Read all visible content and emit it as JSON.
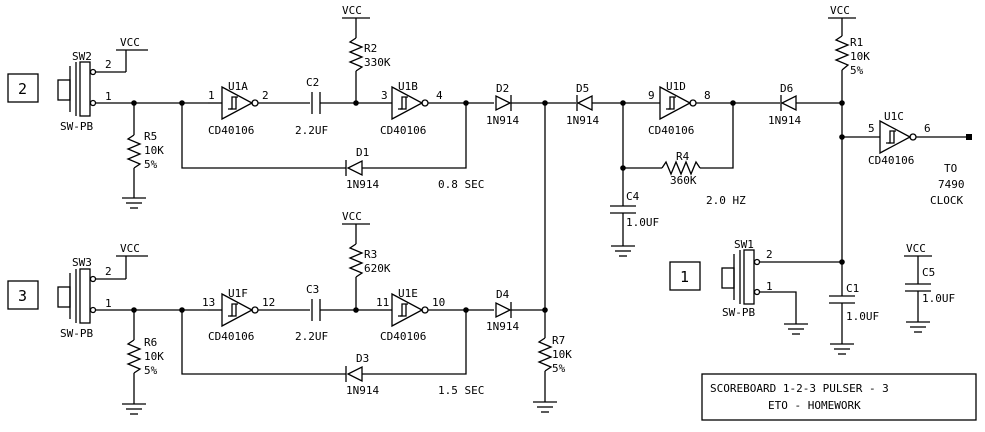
{
  "labels": {
    "vcc": "VCC",
    "sw2": "SW2",
    "sw3": "SW3",
    "sw1": "SW1",
    "swpb": "SW-PB",
    "pin1": "1",
    "pin2": "2",
    "box2": "2",
    "box3": "3",
    "box1": "1",
    "r1": "R1",
    "r1v": "10K",
    "r1t": "5%",
    "r2": "R2",
    "r2v": "330K",
    "r3": "R3",
    "r3v": "620K",
    "r4": "R4",
    "r4v": "360K",
    "r5": "R5",
    "r5v": "10K",
    "r5t": "5%",
    "r6": "R6",
    "r6v": "10K",
    "r6t": "5%",
    "r7": "R7",
    "r7v": "10K",
    "r7t": "5%",
    "c1": "C1",
    "c1v": "1.0UF",
    "c2": "C2",
    "c2v": "2.2UF",
    "c3": "C3",
    "c3v": "2.2UF",
    "c4": "C4",
    "c4v": "1.0UF",
    "c5": "C5",
    "c5v": "1.0UF",
    "u1a": "U1A",
    "u1b": "U1B",
    "u1c": "U1C",
    "u1d": "U1D",
    "u1e": "U1E",
    "u1f": "U1F",
    "cd": "CD40106",
    "d1": "D1",
    "d2": "D2",
    "d3": "D3",
    "d4": "D4",
    "d5": "D5",
    "d6": "D6",
    "n914": "1N914",
    "u1a_in": "1",
    "u1a_out": "2",
    "u1b_in": "3",
    "u1b_out": "4",
    "u1c_in": "5",
    "u1c_out": "6",
    "u1d_in": "9",
    "u1d_out": "8",
    "u1e_in": "11",
    "u1e_out": "10",
    "u1f_in": "13",
    "u1f_out": "12",
    "t08": "0.8 SEC",
    "t15": "1.5 SEC",
    "t20": "2.0 HZ",
    "to": "TO",
    "to7490": "7490",
    "clock": "CLOCK",
    "title1": "SCOREBOARD 1-2-3 PULSER - 3",
    "title2": "ETO - HOMEWORK"
  }
}
